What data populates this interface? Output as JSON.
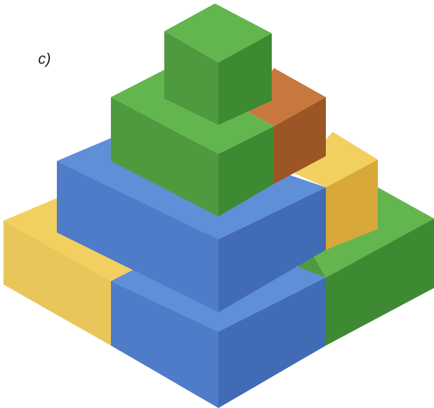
{
  "figure": {
    "label": "c)"
  },
  "colors": {
    "green": {
      "top": "#63b64e",
      "left": "#4f9a3f",
      "right": "#3d8a32"
    },
    "blue": {
      "top": "#5f8fd6",
      "left": "#4f7cc8",
      "right": "#416bb4"
    },
    "yellow": {
      "top": "#f2d060",
      "left": "#e9c65a",
      "right": "#d9a83a"
    },
    "orange": {
      "top": "#c8783c",
      "left": "#b2662e",
      "right": "#9c5524"
    }
  },
  "pyramid": {
    "levels": [
      {
        "level": "bottom",
        "blocks": [
          "yellow",
          "blue",
          "green"
        ]
      },
      {
        "level": "second",
        "blocks": [
          "blue",
          "yellow"
        ]
      },
      {
        "level": "third",
        "blocks": [
          "green",
          "orange"
        ]
      },
      {
        "level": "top",
        "blocks": [
          "green"
        ]
      }
    ]
  }
}
